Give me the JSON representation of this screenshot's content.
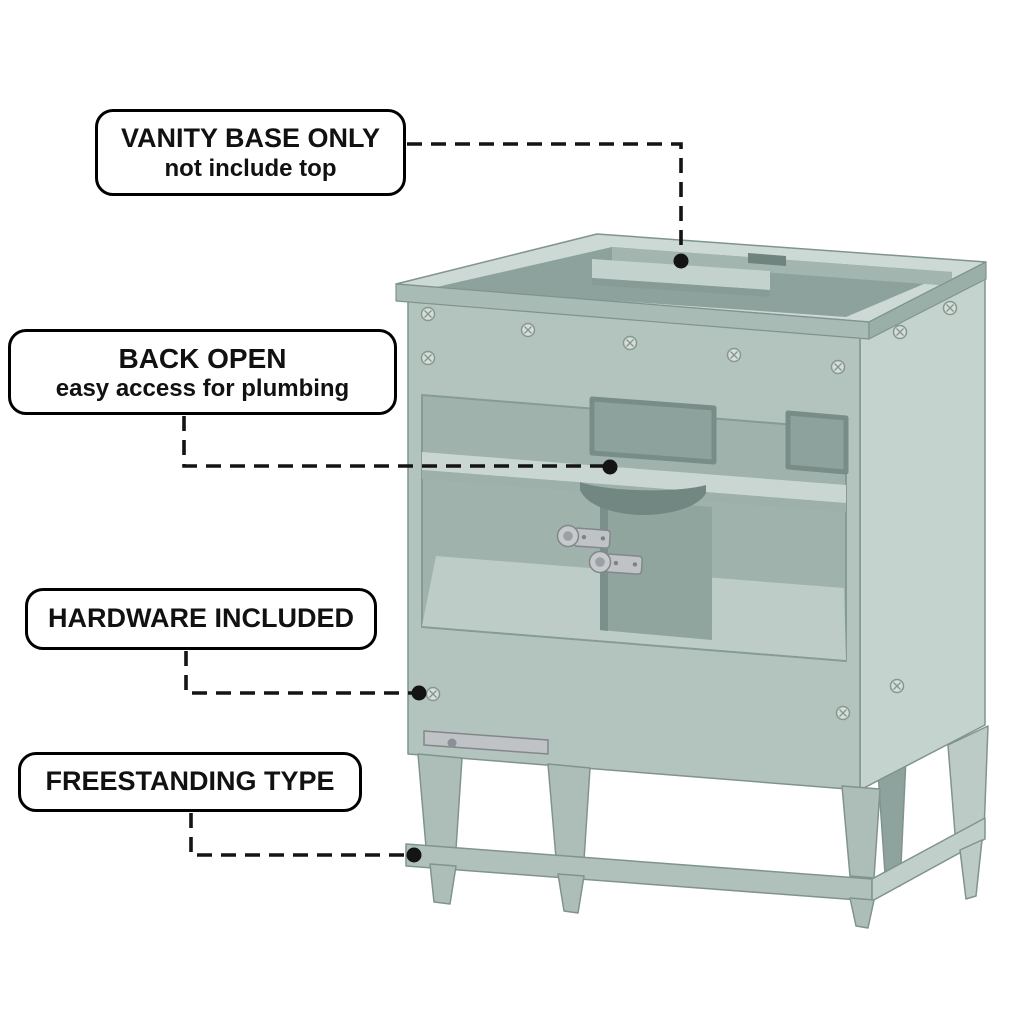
{
  "callouts": [
    {
      "line1": "VANITY BASE ONLY",
      "line2": "not include top"
    },
    {
      "line1": "BACK OPEN",
      "line2": "easy access for plumbing"
    },
    {
      "line1": "HARDWARE INCLUDED"
    },
    {
      "line1": "FREESTANDING TYPE"
    }
  ],
  "palette": {
    "background": "#ffffff",
    "callout_border": "#000000",
    "callout_text": "#111111",
    "leader_line": "#141414",
    "cabinet_main": "#b3c4be",
    "cabinet_top": "#ccd9d4",
    "cabinet_side": "#c5d3ce",
    "cabinet_interior": "#9fb2ac",
    "cabinet_shadow": "#8da29c",
    "hardware_metal": "#bfc3c6"
  }
}
